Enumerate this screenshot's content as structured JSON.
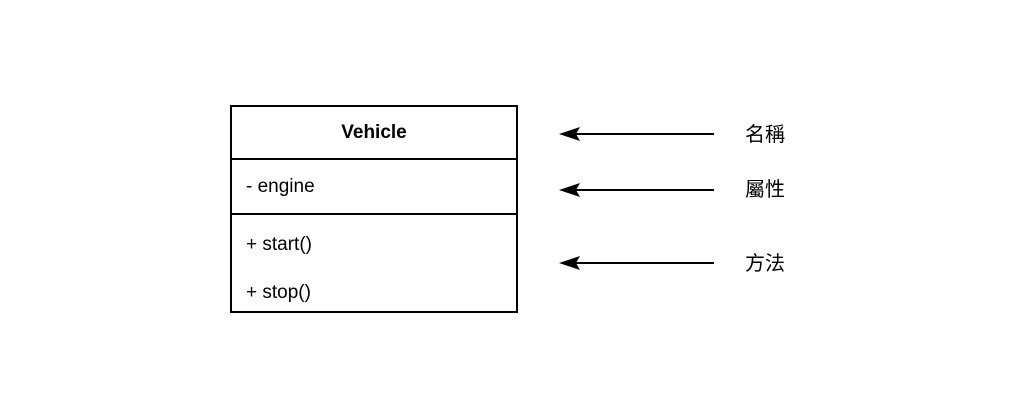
{
  "diagram": {
    "type": "uml-class-diagram",
    "class_box": {
      "name": "Vehicle",
      "attributes": [
        "- engine"
      ],
      "methods": [
        "+ start()",
        "+ stop()"
      ]
    },
    "annotations": [
      {
        "label": "名稱",
        "points_to": "class name compartment"
      },
      {
        "label": "屬性",
        "points_to": "attributes compartment"
      },
      {
        "label": "方法",
        "points_to": "methods compartment"
      }
    ],
    "colors": {
      "stroke": "#000000",
      "background": "#ffffff",
      "text": "#000000"
    }
  }
}
